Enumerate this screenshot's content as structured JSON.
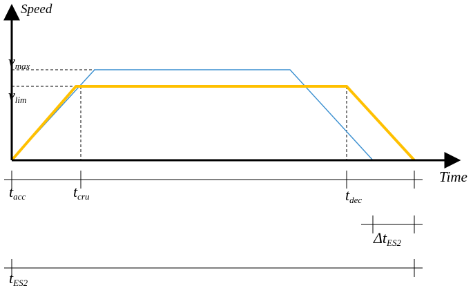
{
  "axes": {
    "y_label": "Speed",
    "x_label": "Time"
  },
  "levels": {
    "v_max": {
      "main": "v",
      "sub": "max"
    },
    "v_lim": {
      "main": "v",
      "sub": "lim"
    }
  },
  "times": {
    "t_acc": {
      "main": "t",
      "sub": "acc"
    },
    "t_cru": {
      "main": "t",
      "sub": "cru"
    },
    "t_dec": {
      "main": "t",
      "sub": "dec"
    },
    "delta_t_es2": {
      "main": "Δt",
      "sub": "ES2"
    },
    "t_es2": {
      "main": "t",
      "sub": "ES2"
    }
  },
  "colors": {
    "max_profile": "#3a8fd0",
    "limited_profile": "#ffc000",
    "axis": "#000000"
  }
}
